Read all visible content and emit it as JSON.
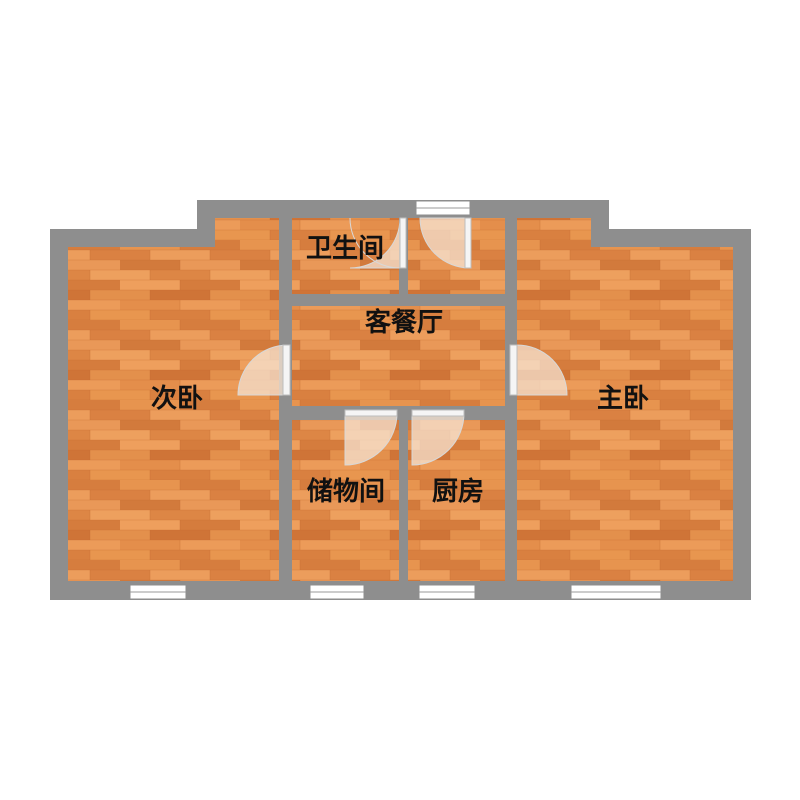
{
  "floorplan": {
    "colors": {
      "wall": "#8e8e8e",
      "floor_base": "#e08a48",
      "floor_light": "#ec9d5c",
      "floor_dark": "#cf7437",
      "door_leaf": "#f5f5f5",
      "window_fill": "#ffffff"
    },
    "rooms": [
      {
        "id": "second-bedroom",
        "label": "次卧"
      },
      {
        "id": "bathroom",
        "label": "卫生间"
      },
      {
        "id": "living-dining",
        "label": "客餐厅"
      },
      {
        "id": "storage",
        "label": "储物间"
      },
      {
        "id": "kitchen",
        "label": "厨房"
      },
      {
        "id": "master-bedroom",
        "label": "主卧"
      }
    ]
  }
}
